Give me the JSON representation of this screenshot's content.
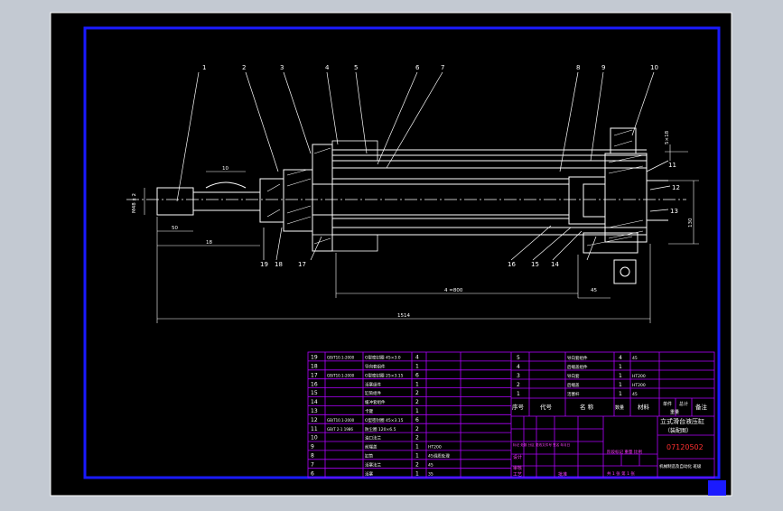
{
  "balloons": [
    "1",
    "2",
    "3",
    "4",
    "5",
    "6",
    "7",
    "8",
    "9",
    "10",
    "11",
    "12",
    "13",
    "14",
    "15",
    "16",
    "17",
    "18",
    "19"
  ],
  "dimensions": {
    "overall_length": "1514",
    "stroke": "4 =800",
    "rod_extension": "18",
    "rod_thread": "10",
    "rod_end": "M48 x 2",
    "right_height": "5×18",
    "right_side": "130",
    "left_offset": "50",
    "bottom_right": "45"
  },
  "parts_list_left": [
    {
      "no": "19",
      "code": "GB/T10.1-2000",
      "name": "O型密封圈 45×3.0",
      "qty": "4",
      "material": "",
      "remark": ""
    },
    {
      "no": "18",
      "code": "",
      "name": "导向套组件",
      "qty": "1",
      "material": "",
      "remark": ""
    },
    {
      "no": "17",
      "code": "GB/T10.1-2000",
      "name": "O型密封圈 25×3.15",
      "qty": "6",
      "material": "",
      "remark": ""
    },
    {
      "no": "16",
      "code": "",
      "name": "活塞组件",
      "qty": "1",
      "material": "",
      "remark": ""
    },
    {
      "no": "15",
      "code": "",
      "name": "缸筒组件",
      "qty": "2",
      "material": "",
      "remark": ""
    },
    {
      "no": "14",
      "code": "",
      "name": "缓冲套组件",
      "qty": "2",
      "material": "",
      "remark": ""
    },
    {
      "no": "13",
      "code": "",
      "name": "卡键",
      "qty": "1",
      "material": "",
      "remark": ""
    },
    {
      "no": "12",
      "code": "GB/T10.1-2000",
      "name": "O型密封圈 45×3.15",
      "qty": "6",
      "material": "",
      "remark": ""
    },
    {
      "no": "11",
      "code": "GB/T 2-1 1986",
      "name": "防尘圈 120×6.5",
      "qty": "2",
      "material": "",
      "remark": ""
    },
    {
      "no": "10",
      "code": "",
      "name": "油口法兰",
      "qty": "2",
      "material": "",
      "remark": ""
    },
    {
      "no": "9",
      "code": "",
      "name": "前端盖",
      "qty": "1",
      "material": "HT200",
      "remark": ""
    },
    {
      "no": "8",
      "code": "",
      "name": "缸筒",
      "qty": "1",
      "material": "45调质处理",
      "remark": ""
    },
    {
      "no": "7",
      "code": "",
      "name": "活塞法兰",
      "qty": "2",
      "material": "45",
      "remark": ""
    },
    {
      "no": "6",
      "code": "",
      "name": "活塞",
      "qty": "1",
      "material": "35",
      "remark": ""
    }
  ],
  "parts_list_right": [
    {
      "no": "5",
      "code": "",
      "name": "导向套组件",
      "qty": "4",
      "material": "45",
      "remark": ""
    },
    {
      "no": "4",
      "code": "",
      "name": "后端盖组件",
      "qty": "1",
      "material": "",
      "remark": ""
    },
    {
      "no": "3",
      "code": "",
      "name": "导向套",
      "qty": "1",
      "material": "HT200",
      "remark": ""
    },
    {
      "no": "2",
      "code": "",
      "name": "后端盖",
      "qty": "1",
      "material": "HT200",
      "remark": ""
    },
    {
      "no": "1",
      "code": "",
      "name": "活塞杆",
      "qty": "1",
      "material": "45",
      "remark": ""
    }
  ],
  "header_row": {
    "no": "序号",
    "code": "代号",
    "name": "名 称",
    "qty": "数量",
    "material": "材料",
    "unit_weight": "单件",
    "total_weight": "总计",
    "weight": "重量",
    "remark": "备注"
  },
  "title_block": {
    "title": "立式滑台液压缸",
    "subtitle": "（装配图）",
    "drawing_no": "07120502",
    "company": "机械制造及自动化 班级",
    "change_label": "标记 处数 分区 更改文件号 签名 年月日",
    "design": "设计",
    "review": "审核",
    "craft": "工艺",
    "approve": "批准",
    "stage": "阶段标记 重量 比例",
    "sheet": "共 1 张 第 1 张"
  },
  "colors": {
    "background": "#000000",
    "outer_frame": "#ffffff",
    "inner_frame": "#1010ff",
    "table_line": "#b000ff",
    "title_text": "#ff40ff",
    "drawing_no": "#ff3030",
    "line": "#ffffff"
  }
}
